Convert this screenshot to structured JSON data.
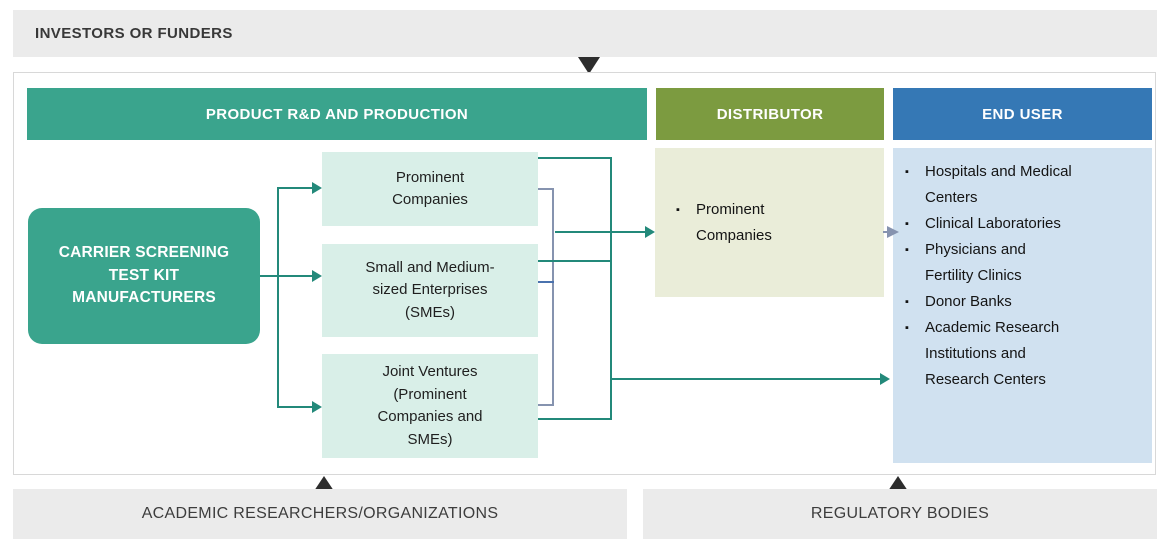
{
  "top_bar": {
    "label": "INVESTORS OR FUNDERS"
  },
  "columns": [
    {
      "label": "PRODUCT R&D AND PRODUCTION",
      "color": "#3AA48D"
    },
    {
      "label": "DISTRIBUTOR",
      "color": "#7C9B40"
    },
    {
      "label": "END USER",
      "color": "#3578B5"
    }
  ],
  "manufacturer": {
    "label": "CARRIER SCREENING\nTEST KIT\nMANUFACTURERS"
  },
  "rd_boxes": [
    "Prominent\nCompanies",
    "Small and Medium-\nsized Enterprises\n(SMEs)",
    "Joint Ventures\n(Prominent\nCompanies and\nSMEs)"
  ],
  "distributor": {
    "items": [
      "Prominent\nCompanies"
    ]
  },
  "end_user": {
    "items": [
      "Hospitals and Medical\nCenters",
      "Clinical Laboratories",
      "Physicians and\nFertility Clinics",
      "Donor Banks",
      "Academic Research\nInstitutions and\nResearch Centers"
    ]
  },
  "bottom_bars": [
    {
      "label": "ACADEMIC RESEARCHERS/ORGANIZATIONS"
    },
    {
      "label": "REGULATORY BODIES"
    }
  ],
  "icons": {
    "bullet": "▪"
  },
  "colors": {
    "teal": "#3AA48D",
    "teal_light": "#D9EFE8",
    "teal_line": "#23897A",
    "olive": "#7C9B40",
    "olive_light": "#EAEDD9",
    "blue": "#3578B5",
    "blue_light": "#D0E1F0",
    "slate_line": "#8693AF",
    "slate_stub": "#4A72AE",
    "bar_bg": "#EBEBEB",
    "triangle": "#2D2D2D"
  }
}
